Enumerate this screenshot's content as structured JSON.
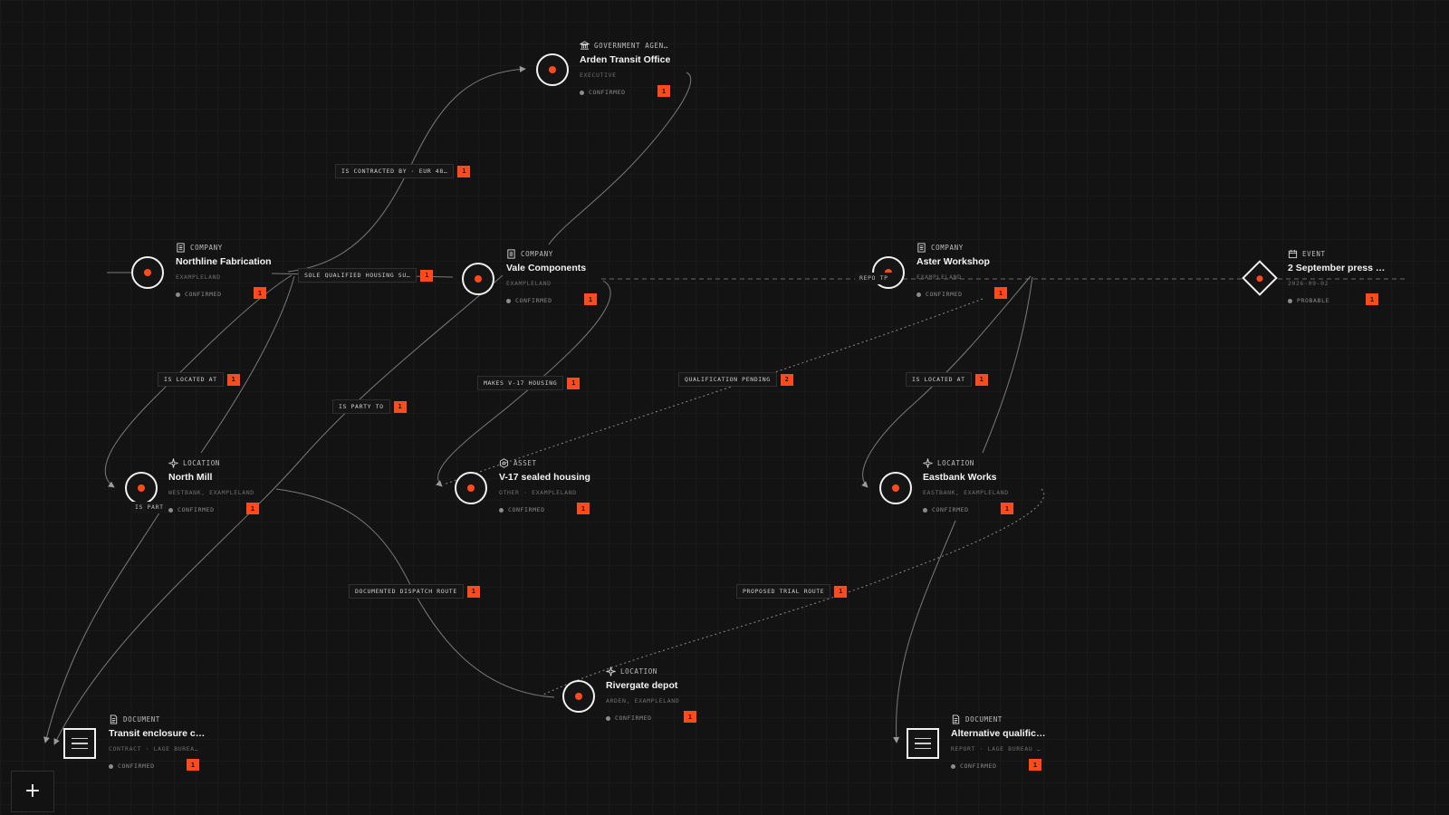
{
  "colors": {
    "accent": "#ff4a1c",
    "background": "#131313",
    "node_stroke": "#f2f2f2",
    "edge": "#7a7a7a"
  },
  "toolbar": {
    "add_icon": "plus-icon",
    "add_symbol": "+"
  },
  "nodes": [
    {
      "id": "arden",
      "type": "GOVERNMENT AGEN…",
      "icon": "government-building-icon",
      "title": "Arden Transit Office",
      "subtitle": "EXECUTIVE",
      "status": "CONFIRMED",
      "count": "1"
    },
    {
      "id": "northline",
      "type": "COMPANY",
      "icon": "company-icon",
      "title": "Northline Fabrication",
      "subtitle": "EXAMPLELAND",
      "status": "CONFIRMED",
      "count": "1"
    },
    {
      "id": "vale",
      "type": "COMPANY",
      "icon": "company-icon",
      "title": "Vale Components",
      "subtitle": "EXAMPLELAND",
      "status": "CONFIRMED",
      "count": "1"
    },
    {
      "id": "aster",
      "type": "COMPANY",
      "icon": "company-icon",
      "title": "Aster Workshop",
      "subtitle": "EXAMPLELAND",
      "status": "CONFIRMED",
      "count": "1"
    },
    {
      "id": "event",
      "type": "EVENT",
      "icon": "calendar-icon",
      "title": "2 September press …",
      "subtitle": "2026-09-02",
      "status": "PROBABLE",
      "count": "1"
    },
    {
      "id": "northmill",
      "type": "LOCATION",
      "icon": "location-sparkle-icon",
      "title": "North Mill",
      "subtitle": "WESTBANK, EXAMPLELAND",
      "status": "CONFIRMED",
      "count": "1"
    },
    {
      "id": "v17",
      "type": "ASSET",
      "icon": "asset-hexagon-icon",
      "title": "V-17 sealed housing",
      "subtitle": "OTHER · EXAMPLELAND",
      "status": "CONFIRMED",
      "count": "1"
    },
    {
      "id": "eastbank",
      "type": "LOCATION",
      "icon": "location-sparkle-icon",
      "title": "Eastbank Works",
      "subtitle": "EASTBANK, EXAMPLELAND",
      "status": "CONFIRMED",
      "count": "1"
    },
    {
      "id": "rivergate",
      "type": "LOCATION",
      "icon": "location-sparkle-icon",
      "title": "Rivergate depot",
      "subtitle": "ARDEN, EXAMPLELAND",
      "status": "CONFIRMED",
      "count": "1"
    },
    {
      "id": "transit",
      "type": "DOCUMENT",
      "icon": "document-icon",
      "title": "Transit enclosure c…",
      "subtitle": "CONTRACT · LAGE BUREA…",
      "status": "CONFIRMED",
      "count": "1"
    },
    {
      "id": "altqual",
      "type": "DOCUMENT",
      "icon": "document-icon",
      "title": "Alternative qualific…",
      "subtitle": "REPORT · LAGE BUREAU …",
      "status": "CONFIRMED",
      "count": "1"
    }
  ],
  "edge_labels": [
    {
      "id": "contracted",
      "text": "IS CONTRACTED BY · EUR 48…",
      "count": "1"
    },
    {
      "id": "sole",
      "text": "SOLE QUALIFIED HOUSING SU…",
      "count": "1"
    },
    {
      "id": "located1",
      "text": "IS LOCATED AT",
      "count": "1"
    },
    {
      "id": "party",
      "text": "IS PARTY TO",
      "count": "1"
    },
    {
      "id": "makes",
      "text": "MAKES V-17 HOUSING",
      "count": "1"
    },
    {
      "id": "qual",
      "text": "QUALIFICATION PENDING",
      "count": "2"
    },
    {
      "id": "located2",
      "text": "IS LOCATED AT",
      "count": "1"
    },
    {
      "id": "dispatch",
      "text": "DOCUMENTED DISPATCH ROUTE",
      "count": "1"
    },
    {
      "id": "trial",
      "text": "PROPOSED TRIAL ROUTE",
      "count": "1"
    }
  ],
  "clipped_labels": [
    {
      "id": "report",
      "text": "REPO    TP"
    },
    {
      "id": "ispart",
      "text": "IS PART"
    }
  ]
}
